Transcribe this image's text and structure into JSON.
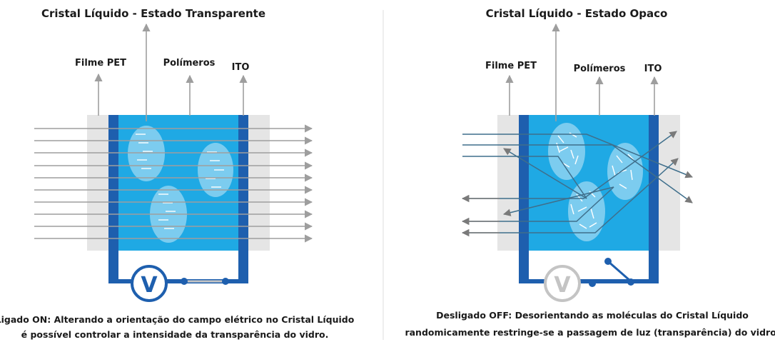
{
  "left_panel": {
    "title": "Cristal Líquido - Estado Transparente",
    "label_pet": "Filme PET",
    "label_polymers": "Polímeros",
    "label_ito": "ITO",
    "caption_line1": "Ligado ON: Alterando a orientação do campo elétrico no Cristal Líquido",
    "caption_line2": "é possível controlar a intensidade da transparência do vidro.",
    "meter_symbol": "V",
    "switch_state": "closed"
  },
  "right_panel": {
    "title": "Cristal Líquido - Estado Opaco",
    "label_pet": "Filme PET",
    "label_polymers": "Polímeros",
    "label_ito": "ITO",
    "caption_line1": "Desligado OFF: Desorientando as moléculas do Cristal Líquido",
    "caption_line2": "randomicamente restringe-se a passagem de luz (transparência) do vidro.",
    "meter_symbol": "V",
    "switch_state": "open"
  },
  "colors": {
    "liquid_crystal": "#1fa9e4",
    "electrode": "#1e5fae",
    "pet_film": "#e5e5e5",
    "arrow_gray": "#9e9e9e",
    "scatter_ray": "#3f6f8c",
    "meter_on": "#1e5fae",
    "meter_off": "#c4c4c4"
  }
}
